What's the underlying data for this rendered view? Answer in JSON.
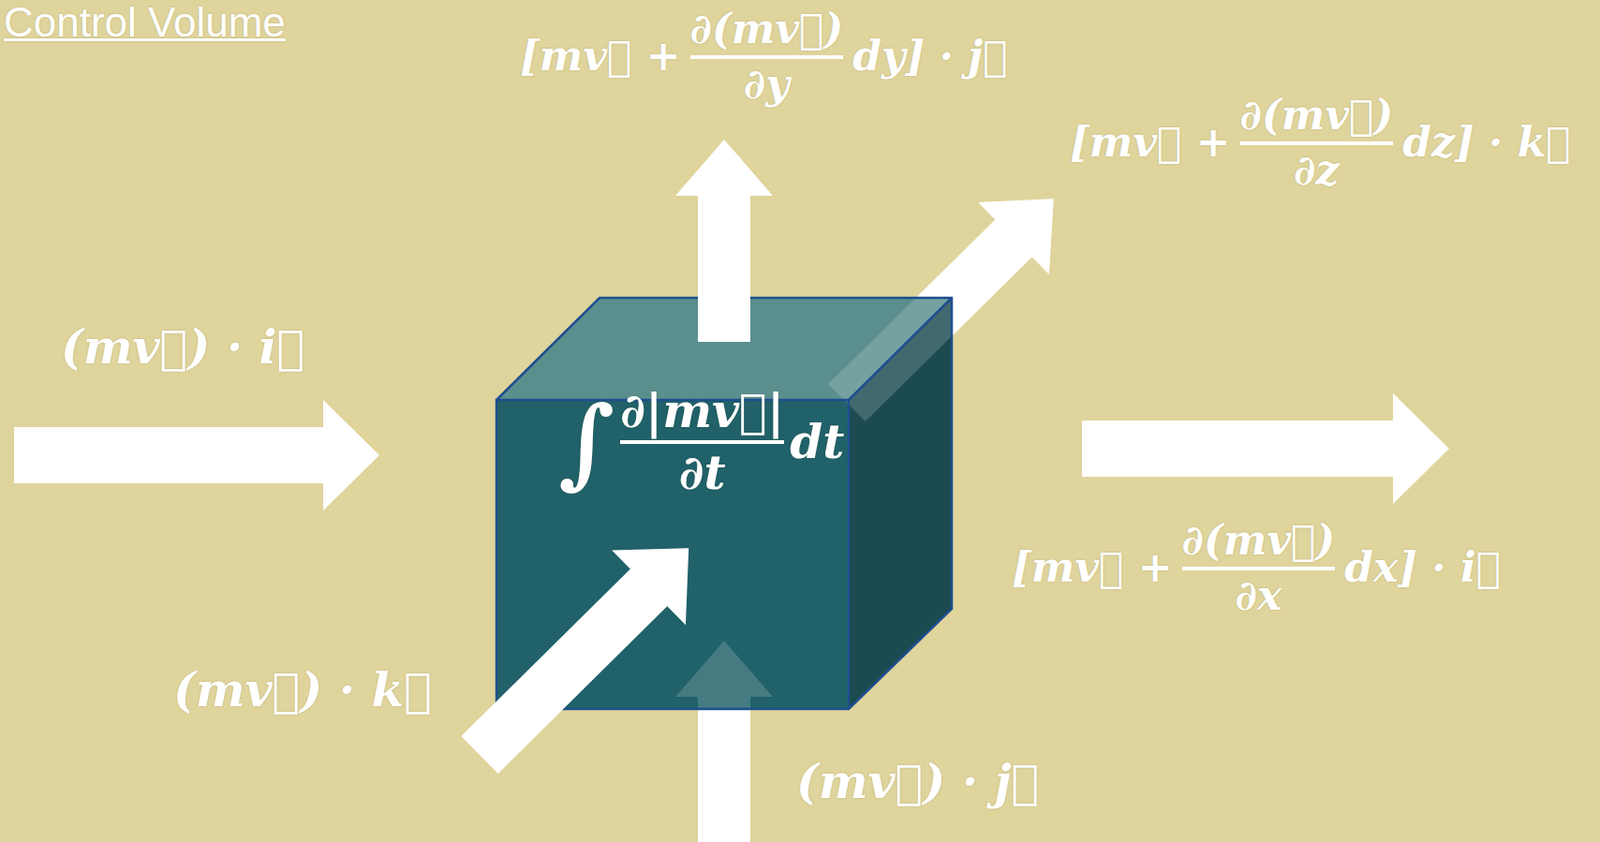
{
  "diagram": {
    "title": "Control Volume",
    "nodes": [
      {
        "text": [
          "∫",
          "∂|mv⃗|",
          "∂t",
          "dt"
        ]
      }
    ],
    "labels": [
      "[mv⃗ +",
      "∂(mv⃗)",
      "∂y",
      "dy] · j⃗",
      "[mv⃗ +",
      "∂(mv⃗)",
      "∂z",
      "dz] · k⃗",
      "(mv⃗) · i⃗",
      "[mv⃗ +",
      "∂(mv⃗)",
      "∂x",
      "dx] · i⃗",
      "(mv⃗) · k⃗",
      "(mv⃗) · j⃗"
    ]
  }
}
